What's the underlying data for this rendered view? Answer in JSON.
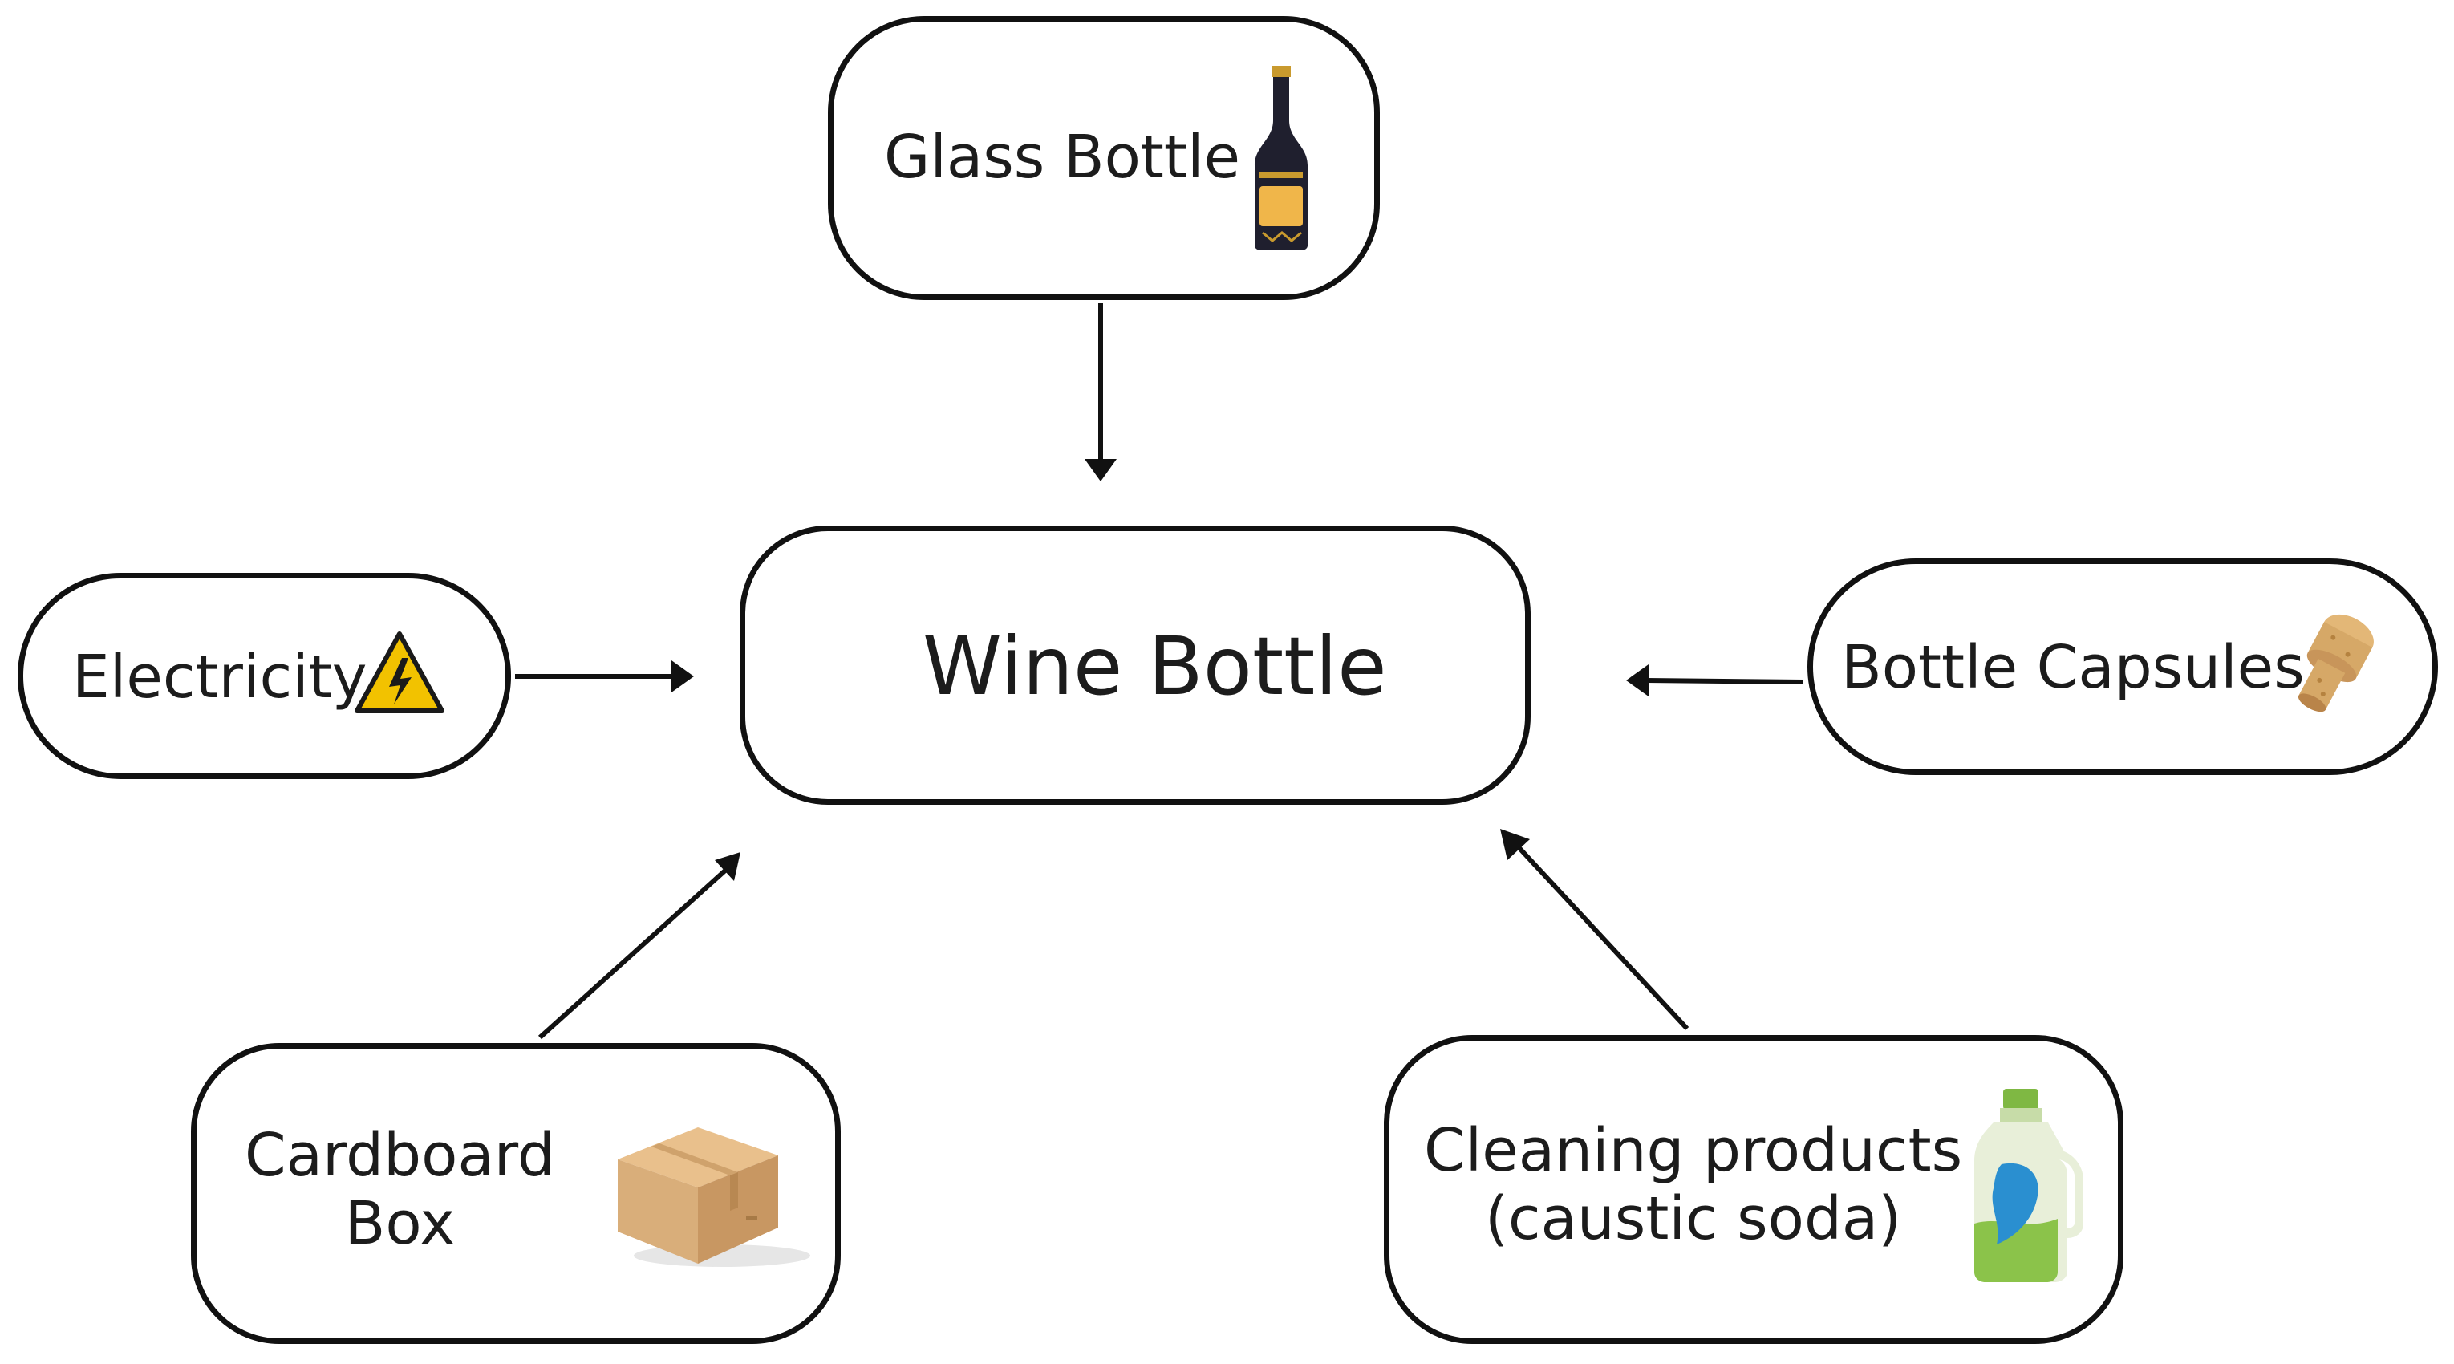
{
  "diagram": {
    "center": {
      "label": "Wine Bottle"
    },
    "inputs": {
      "glass_bottle": {
        "label": "Glass Bottle",
        "icon": "wine-bottle-icon"
      },
      "electricity": {
        "label": "Electricity",
        "icon": "high-voltage-warning-icon"
      },
      "bottle_capsules": {
        "label": "Bottle Capsules",
        "icon": "cork-icon"
      },
      "cardboard_box": {
        "label_line1": "Cardboard",
        "label_line2": "Box",
        "icon": "cardboard-box-icon"
      },
      "cleaning_products": {
        "label_line1": "Cleaning products",
        "label_line2": "(caustic soda)",
        "icon": "detergent-jug-icon"
      }
    },
    "colors": {
      "stroke": "#111111",
      "text": "#1c1c1c",
      "background": "#ffffff",
      "warning_yellow": "#f2c200",
      "cork": "#d6a867",
      "cardboard": "#d9ae7a",
      "detergent_blue": "#2a8fd0",
      "detergent_green": "#8bc34a"
    }
  }
}
